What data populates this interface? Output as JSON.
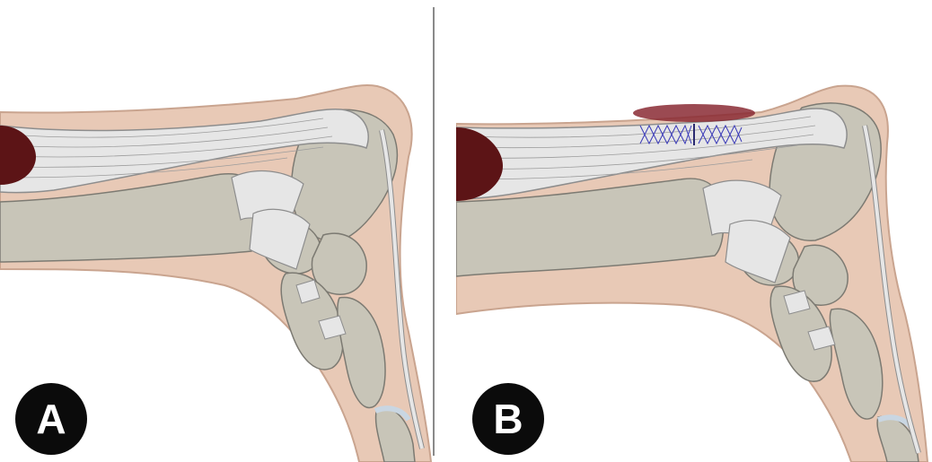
{
  "panels": [
    {
      "label": "A",
      "description_state": "intact"
    },
    {
      "label": "B",
      "description_state": "repaired"
    }
  ],
  "colors": {
    "skin": "#e8c9b6",
    "skin_outline": "#c9a48f",
    "bone": "#c8c5b8",
    "bone_outline": "#7c7a72",
    "tendon": "#e6e6e6",
    "tendon_outline": "#8d8d8d",
    "muscle": "#5c1416",
    "suture": "#3a3ab8",
    "hematoma": "#8a2a34",
    "cartilage": "#c9d6e2"
  }
}
